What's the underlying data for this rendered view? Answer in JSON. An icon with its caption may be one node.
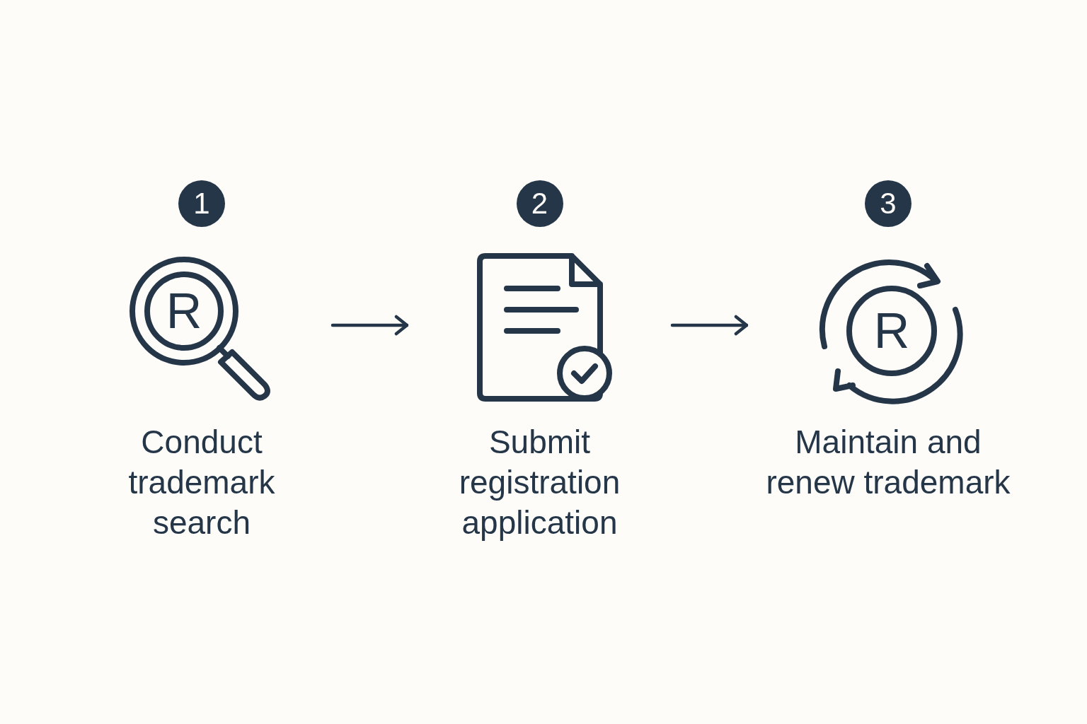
{
  "diagram": {
    "nodes": [
      {
        "text": [
          "1",
          "Conduct trademark search"
        ]
      },
      {
        "text": [
          "2",
          "Submit registration application"
        ]
      },
      {
        "text": [
          "3",
          "Maintain and renew trademark"
        ]
      }
    ],
    "edges": [
      {
        "from": 0,
        "to": 1,
        "arrow": "to"
      },
      {
        "from": 1,
        "to": 2,
        "arrow": "to"
      }
    ],
    "labels": [
      "R",
      "R"
    ]
  }
}
